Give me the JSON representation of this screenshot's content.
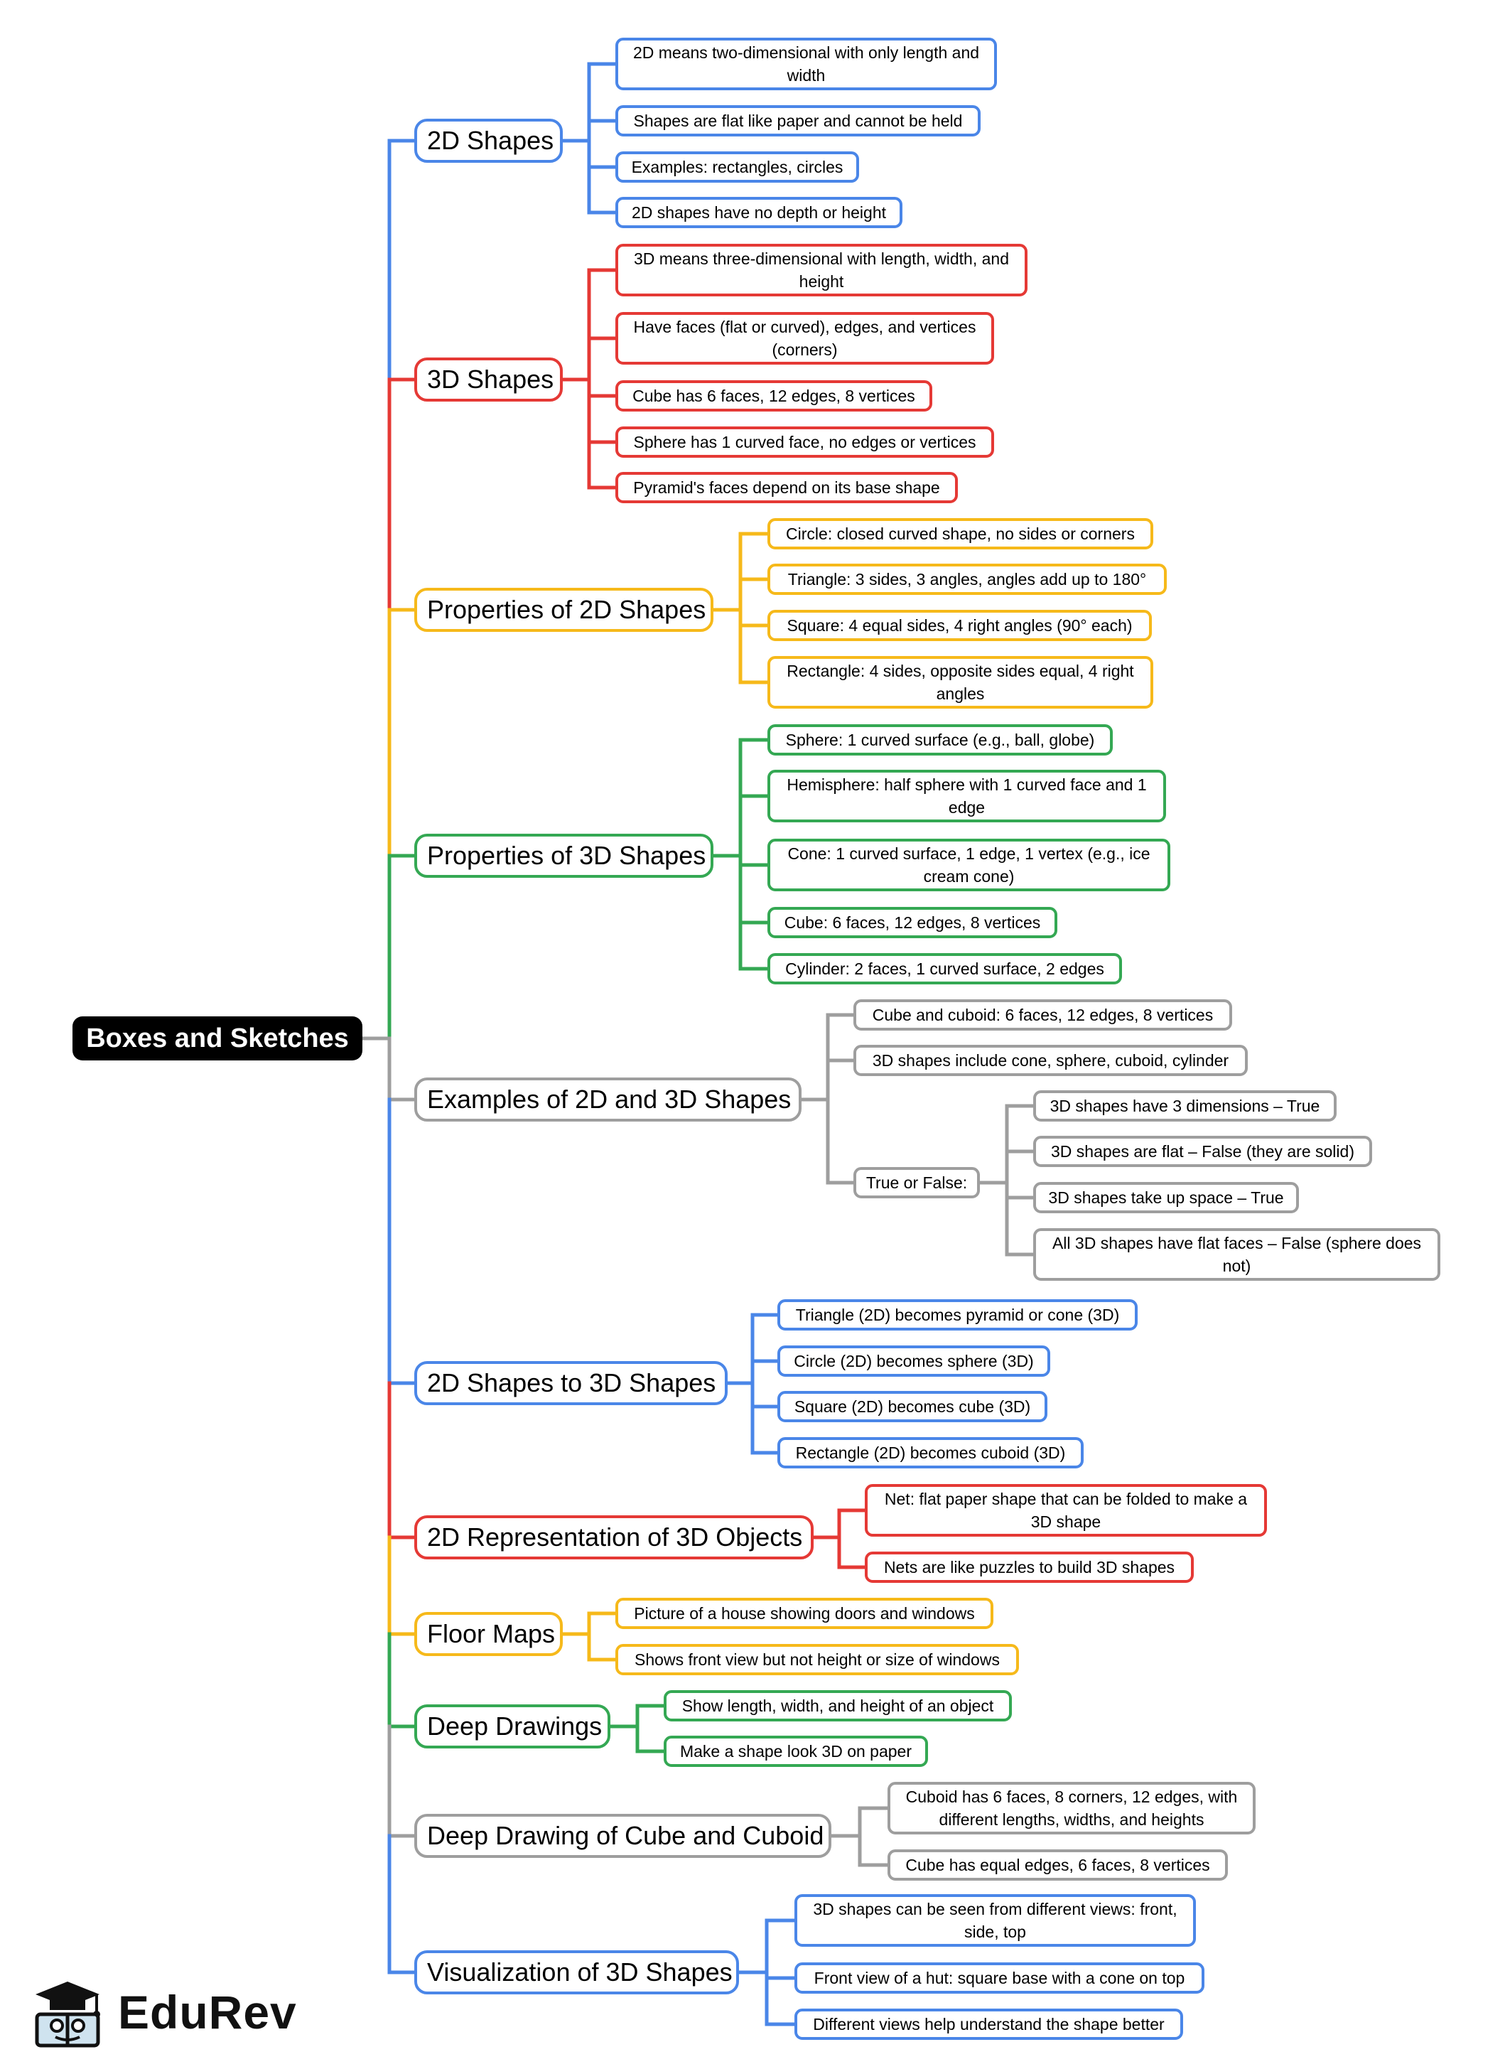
{
  "root": "Boxes and Sketches",
  "logo": {
    "text": "EduRev",
    "icon": "graduation-cap-book-icon"
  },
  "colors": {
    "blue": "#4a86e8",
    "red": "#e53935",
    "yellow": "#f6b91a",
    "green": "#34a853",
    "gray": "#9e9e9e"
  },
  "branches": [
    {
      "label": "2D Shapes",
      "color": "blue",
      "leaves": [
        {
          "text": "2D means two-dimensional with only length and width"
        },
        {
          "text": "Shapes are flat like paper and cannot be held"
        },
        {
          "text": "Examples: rectangles, circles"
        },
        {
          "text": "2D shapes have no depth or height"
        }
      ]
    },
    {
      "label": "3D Shapes",
      "color": "red",
      "leaves": [
        {
          "text": "3D means three-dimensional with length, width, and height"
        },
        {
          "text": "Have faces (flat or curved), edges, and vertices (corners)"
        },
        {
          "text": "Cube has 6 faces, 12 edges, 8 vertices"
        },
        {
          "text": "Sphere has 1 curved face, no edges or vertices"
        },
        {
          "text": "Pyramid's faces depend on its base shape"
        }
      ]
    },
    {
      "label": "Properties of 2D Shapes",
      "color": "yellow",
      "leaves": [
        {
          "text": "Circle: closed curved shape, no sides or corners"
        },
        {
          "text": "Triangle: 3 sides, 3 angles, angles add up to 180°"
        },
        {
          "text": "Square: 4 equal sides, 4 right angles (90° each)"
        },
        {
          "text": "Rectangle: 4 sides, opposite sides equal, 4 right angles"
        }
      ]
    },
    {
      "label": "Properties of 3D Shapes",
      "color": "green",
      "leaves": [
        {
          "text": "Sphere: 1 curved surface (e.g., ball, globe)"
        },
        {
          "text": "Hemisphere: half sphere with 1 curved face and 1 edge"
        },
        {
          "text": "Cone: 1 curved surface, 1 edge, 1 vertex (e.g., ice cream cone)"
        },
        {
          "text": "Cube: 6 faces, 12 edges, 8 vertices"
        },
        {
          "text": "Cylinder: 2 faces, 1 curved surface, 2 edges"
        }
      ]
    },
    {
      "label": "Examples of 2D and 3D Shapes",
      "color": "gray",
      "leaves": [
        {
          "text": "Cube and cuboid: 6 faces, 12 edges, 8 vertices"
        },
        {
          "text": "3D shapes include cone, sphere, cuboid, cylinder"
        },
        {
          "text": "True or False:",
          "children": [
            {
              "text": "3D shapes have 3 dimensions – True"
            },
            {
              "text": "3D shapes are flat – False (they are solid)"
            },
            {
              "text": "3D shapes take up space – True"
            },
            {
              "text": "All 3D shapes have flat faces – False (sphere does not)"
            }
          ]
        }
      ]
    },
    {
      "label": "2D Shapes to 3D Shapes",
      "color": "blue",
      "leaves": [
        {
          "text": "Triangle (2D) becomes pyramid or cone (3D)"
        },
        {
          "text": "Circle (2D) becomes sphere (3D)"
        },
        {
          "text": "Square (2D) becomes cube (3D)"
        },
        {
          "text": "Rectangle (2D) becomes cuboid (3D)"
        }
      ]
    },
    {
      "label": "2D Representation of 3D Objects",
      "color": "red",
      "leaves": [
        {
          "text": "Net: flat paper shape that can be folded to make a 3D shape"
        },
        {
          "text": "Nets are like puzzles to build 3D shapes"
        }
      ]
    },
    {
      "label": "Floor Maps",
      "color": "yellow",
      "leaves": [
        {
          "text": "Picture of a house showing doors and windows"
        },
        {
          "text": "Shows front view but not height or size of windows"
        }
      ]
    },
    {
      "label": "Deep Drawings",
      "color": "green",
      "leaves": [
        {
          "text": "Show length, width, and height of an object"
        },
        {
          "text": "Make a shape look 3D on paper"
        }
      ]
    },
    {
      "label": "Deep Drawing of Cube and Cuboid",
      "color": "gray",
      "leaves": [
        {
          "text": "Cuboid has 6 faces, 8 corners, 12 edges, with different lengths, widths, and heights"
        },
        {
          "text": "Cube has equal edges, 6 faces, 8 vertices"
        }
      ]
    },
    {
      "label": "Visualization of 3D Shapes",
      "color": "blue",
      "leaves": [
        {
          "text": "3D shapes can be seen from different views: front, side, top"
        },
        {
          "text": "Front view of a hut: square base with a cone on top"
        },
        {
          "text": "Different views help understand the shape better"
        }
      ]
    }
  ]
}
